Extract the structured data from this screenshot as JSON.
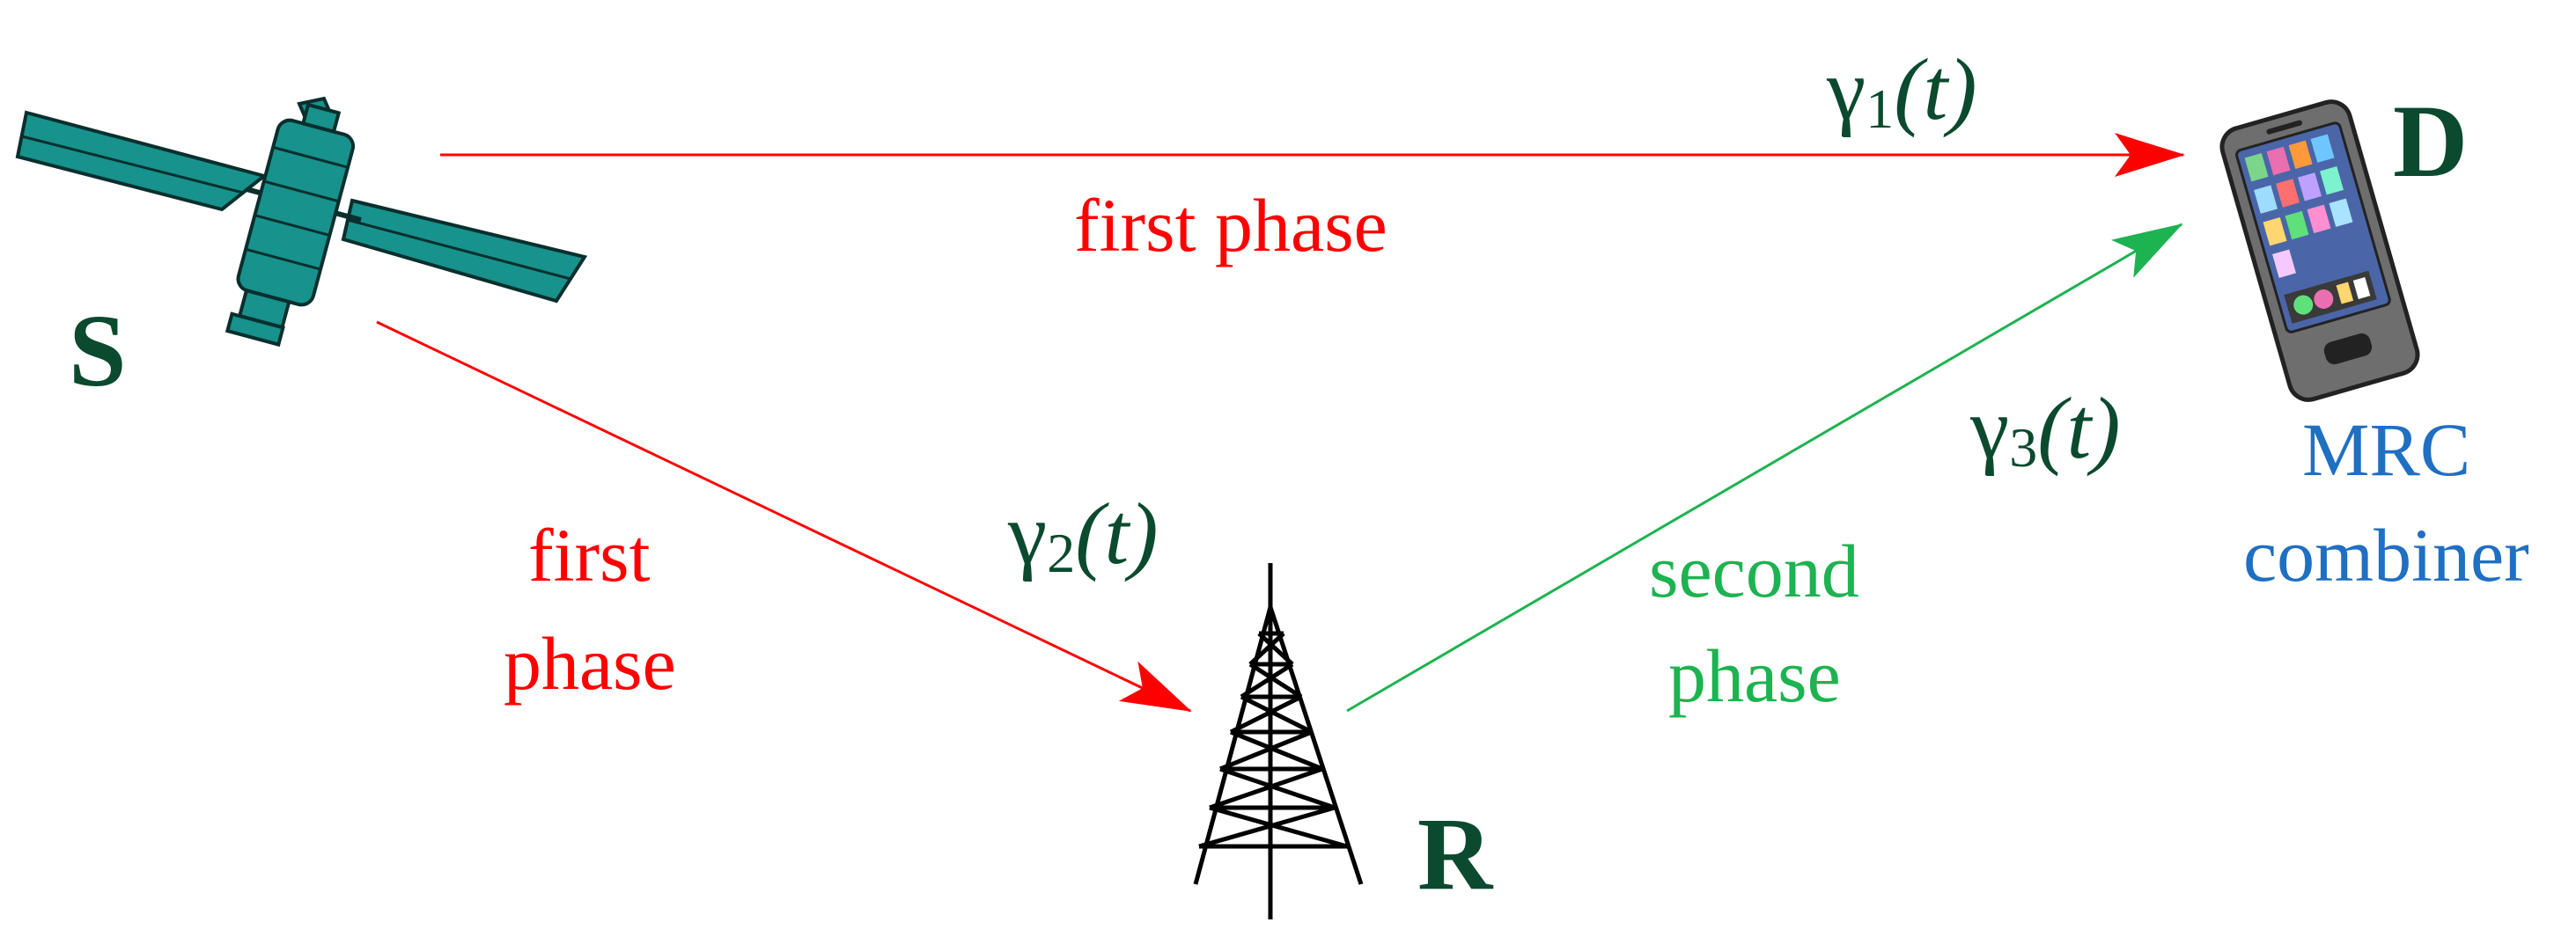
{
  "colors": {
    "first_phase": "#ff0000",
    "second_phase": "#1db350",
    "node_text": "#0b4a2e",
    "mrc_text": "#1f6fc2",
    "satellite": "#17928d",
    "phone_body": "#6e6e6e"
  },
  "nodes": {
    "source": "S",
    "relay": "R",
    "destination": "D"
  },
  "links": {
    "g1": {
      "symbol": "γ",
      "sub": "1",
      "arg": "(t)"
    },
    "g2": {
      "symbol": "γ",
      "sub": "2",
      "arg": "(t)"
    },
    "g3": {
      "symbol": "γ",
      "sub": "3",
      "arg": "(t)"
    }
  },
  "labels": {
    "first_phase_direct": "first phase",
    "first_phase_relay_line1": "first",
    "first_phase_relay_line2": "phase",
    "second_phase_line1": "second",
    "second_phase_line2": "phase",
    "mrc_line1": "MRC",
    "mrc_line2": "combiner"
  },
  "icons": {
    "source": "satellite-icon",
    "relay": "tower-icon",
    "destination": "smartphone-icon"
  }
}
